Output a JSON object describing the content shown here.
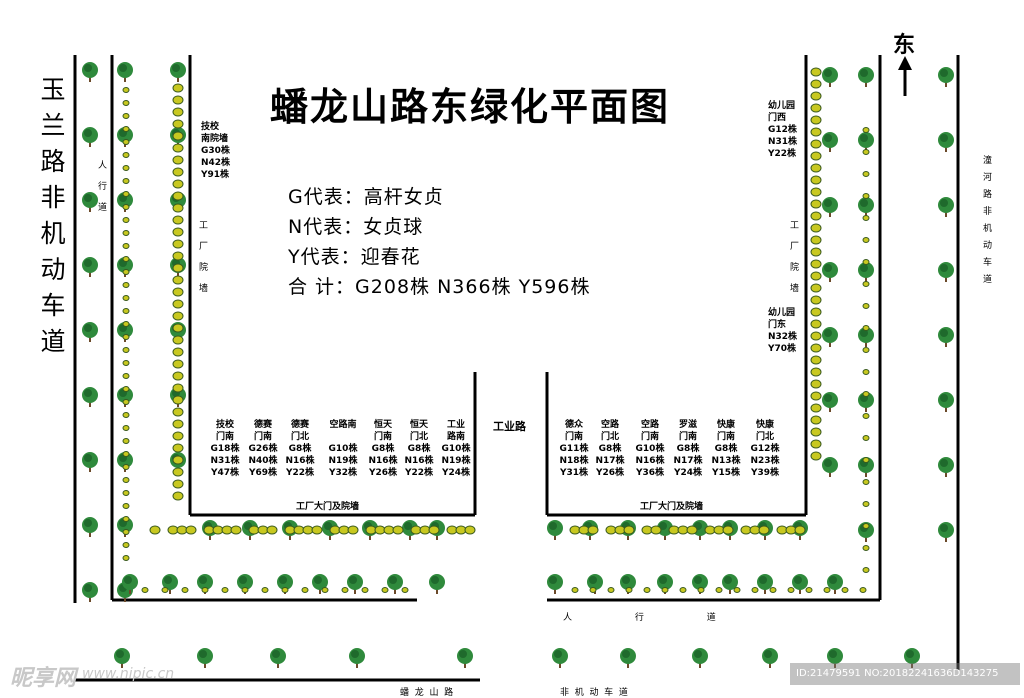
{
  "title": "蟠龙山路东绿化平面图",
  "legend": [
    "G代表：高杆女贞",
    "N代表：女贞球",
    "Y代表：迎春花",
    "合  计：G208株   N366株   Y596株"
  ],
  "compass": {
    "label": "东",
    "icon": "north-arrow-icon"
  },
  "roads": {
    "west": "玉兰路非机动车道",
    "east": "潼河路非机动车道",
    "industrial": "工业路",
    "south_left": "蟠  龙  山  路",
    "south_right": "非  机  动  车  道"
  },
  "sidewalks": {
    "west": "人行道",
    "south": "人  行  道"
  },
  "walls": {
    "left_factory": "工厂院墙",
    "right_factory": "工厂院墙",
    "gate_left": "工厂大门及院墙",
    "gate_right": "工厂大门及院墙"
  },
  "blocks": {
    "school_south": "技校\n南院墙\nG30株\nN42株\nY91株",
    "kindergarten_west": "幼儿园\n门西\nG12株\nN31株\nY22株",
    "kindergarten_east": "幼儿园\n门东\nN32株\nY70株"
  },
  "gates_left": [
    {
      "l1": "技校",
      "l2": "门南",
      "g": "G18株",
      "n": "N31株",
      "y": "Y47株"
    },
    {
      "l1": "德赛",
      "l2": "门南",
      "g": "G26株",
      "n": "N40株",
      "y": "Y69株"
    },
    {
      "l1": "德赛",
      "l2": "门北",
      "g": "G8株",
      "n": "N16株",
      "y": "Y22株"
    },
    {
      "l1": "空路南",
      "l2": "",
      "g": "G10株",
      "n": "N19株",
      "y": "Y32株"
    },
    {
      "l1": "恒天",
      "l2": "门南",
      "g": "G8株",
      "n": "N16株",
      "y": "Y26株"
    },
    {
      "l1": "恒天",
      "l2": "门北",
      "g": "G8株",
      "n": "N16株",
      "y": "Y22株"
    },
    {
      "l1": "工业",
      "l2": "路南",
      "g": "G10株",
      "n": "N19株",
      "y": "Y24株"
    }
  ],
  "gates_right": [
    {
      "l1": "德众",
      "l2": "门南",
      "g": "G11株",
      "n": "N18株",
      "y": "Y31株"
    },
    {
      "l1": "空路",
      "l2": "门北",
      "g": "G8株",
      "n": "N17株",
      "y": "Y26株"
    },
    {
      "l1": "空路",
      "l2": "门南",
      "g": "G10株",
      "n": "N16株",
      "y": "Y36株"
    },
    {
      "l1": "罗滋",
      "l2": "门南",
      "g": "G8株",
      "n": "N17株",
      "y": "Y24株"
    },
    {
      "l1": "快康",
      "l2": "门南",
      "g": "G8株",
      "n": "N13株",
      "y": "Y15株"
    },
    {
      "l1": "快康",
      "l2": "门北",
      "g": "G12株",
      "n": "N23株",
      "y": "Y39株"
    }
  ],
  "watermark": {
    "logo": "昵享网",
    "url": "www.nipic.cn",
    "id": "ID:21479591 NO:20182241636D143275"
  },
  "colors": {
    "tree": "#2f8a3c",
    "tree_dark": "#1f6a2c",
    "trunk": "#6b4a2a",
    "shrub": "#c8c820",
    "shrub_dark": "#3a5a1e",
    "line": "#000000"
  }
}
